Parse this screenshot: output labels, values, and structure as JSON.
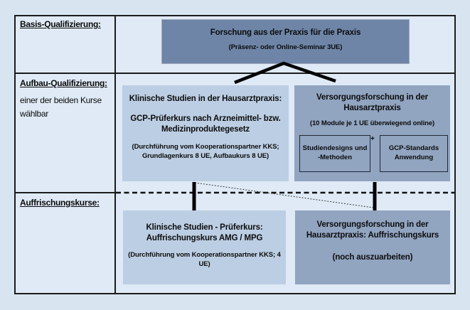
{
  "diagram": {
    "rows": [
      {
        "label": "Basis-Qualifizierung:"
      },
      {
        "label": "Aufbau-Qualifizierung:",
        "sublabel": "einer der beiden Kurse wählbar"
      },
      {
        "label": "Auffrischungskurse:"
      }
    ],
    "basis_box": {
      "title": "Forschung aus der Praxis für die Praxis",
      "subtitle": "(Präsenz- oder Online-Seminar 3UE)"
    },
    "aufbau_left_box": {
      "title": "Klinische Studien in der Hausarztpraxis:",
      "body_lines": [
        "GCP-Prüferkurs nach Arzneimittel- bzw.",
        "Medizinproduktegesetz"
      ],
      "note_lines": [
        "(Durchführung vom Kooperationspartner KKS;",
        "Grundlagenkurs 8 UE, Aufbaukurs 8 UE)"
      ]
    },
    "aufbau_right_box": {
      "title_lines": [
        "Versorgungsforschung in der",
        "Hausarztpraxis"
      ],
      "note": "(10 Module je 1 UE überwiegend online)",
      "module_left_lines": [
        "Studiendesigns und",
        "-Methoden"
      ],
      "plus": "+",
      "module_right_lines": [
        "GCP-Standards",
        "Anwendung"
      ]
    },
    "refresh_left_box": {
      "title_lines": [
        "Klinische Studien - Prüferkurs:",
        "Auffrischungskurs AMG / MPG"
      ],
      "note": "(Durchführung vom Kooperationspartner KKS; 4 UE)"
    },
    "refresh_right_box": {
      "title_lines": [
        "Versorgungsforschung in der",
        "Hausarztpraxis: Auffrischungskurs"
      ],
      "note": "(noch auszuarbeiten)"
    }
  },
  "colors": {
    "page_bg": "#d8e5f1",
    "table_bg": "#dfeaf6",
    "border": "#1c1c1c",
    "dark_box": "#6e85a7",
    "medium_box": "#91a4c0",
    "light_box": "#bccee3",
    "connector": "#000000"
  }
}
